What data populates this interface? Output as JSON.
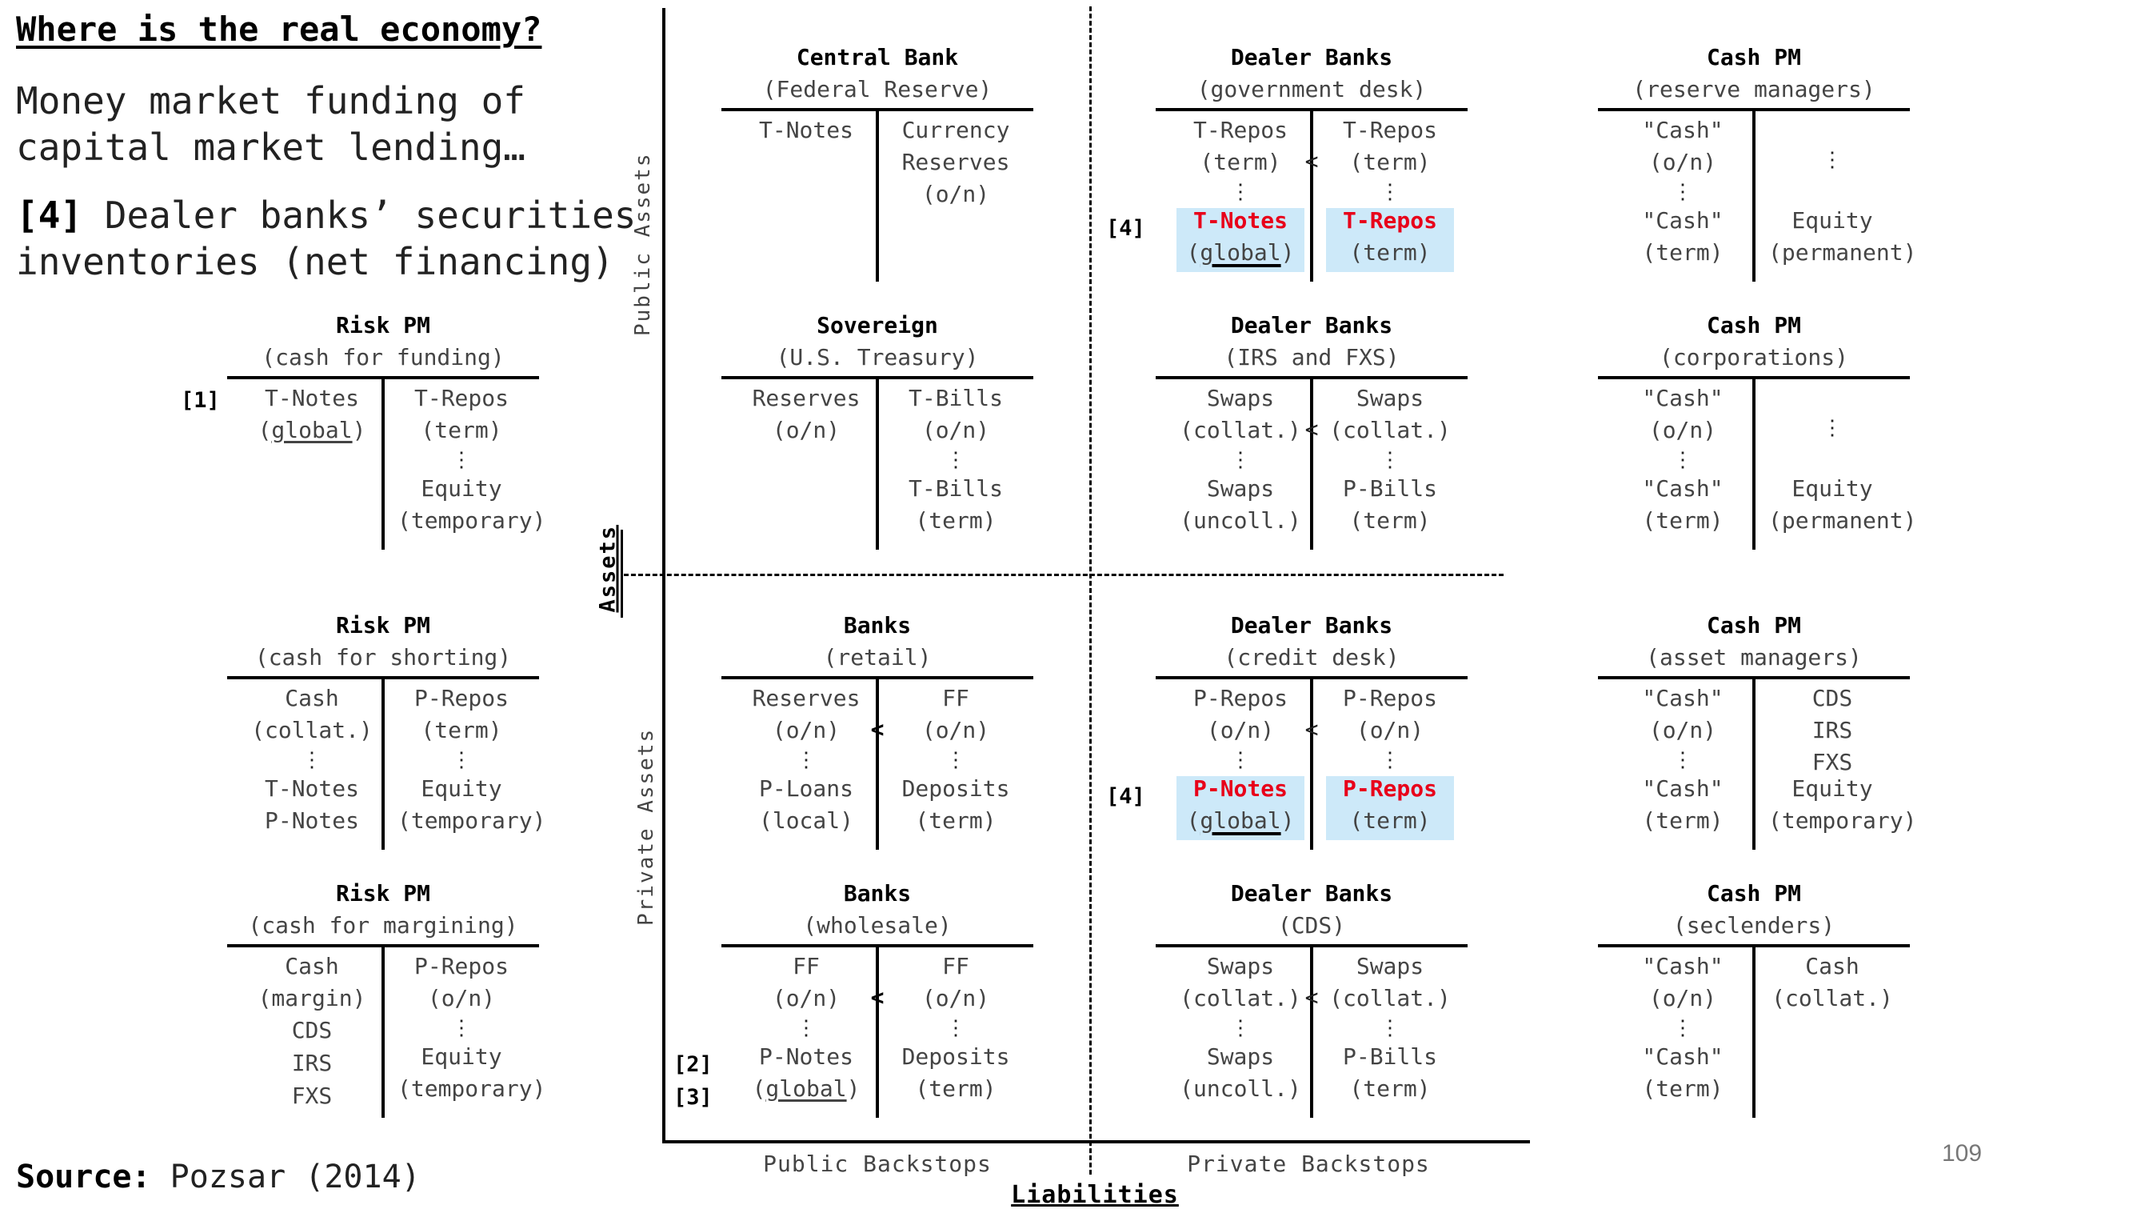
{
  "title": "Where is the real economy?",
  "subtitle": {
    "line1": "Money market funding of",
    "line2": "capital market lending…",
    "tag": "[4]",
    "line3": " Dealer banks’ securities",
    "line4": "inventories (net financing)"
  },
  "axes": {
    "public_assets": "Public Assets",
    "private_assets": "Private Assets",
    "assets": "Assets",
    "public_backstops": "Public Backstops",
    "private_backstops": "Private Backstops",
    "liabilities": "Liabilities"
  },
  "source": {
    "label": "Source:",
    "text": " Pozsar (2014)"
  },
  "page_number": "109",
  "markers": {
    "m1": "[1]",
    "m2": "[2]",
    "m3": "[3]",
    "m4": "[4]"
  },
  "accounts": {
    "central_bank": {
      "title": "Central Bank",
      "subtitle": "(Federal Reserve)",
      "l1a": "T-Notes",
      "l1b": "",
      "r1a": "Currency",
      "r1b": "Reserves",
      "r1c": "(o/n)"
    },
    "dealer_gov": {
      "title": "Dealer Banks",
      "subtitle": "(government desk)",
      "l1a": "T-Repos",
      "l1b": "(term)",
      "r1a": "T-Repos",
      "r1b": "(term)",
      "lt": "<",
      "dots": "⋮",
      "l2a": "T-Notes",
      "l2b": "global",
      "r2a": "T-Repos",
      "r2b": "(term)"
    },
    "cash_reserve": {
      "title": "Cash PM",
      "subtitle": "(reserve managers)",
      "l1a": "\"Cash\"",
      "l1b": "(o/n)",
      "r1a": "⋮",
      "l2a": "\"Cash\"",
      "l2b": "(term)",
      "r2a": "Equity",
      "r2b": "(permanent)"
    },
    "risk_funding": {
      "title": "Risk PM",
      "subtitle": "(cash for funding)",
      "l1a": "T-Notes",
      "l1b": "global",
      "r1a": "T-Repos",
      "r1b": "(term)",
      "r2a": "Equity",
      "r2b": "(temporary)"
    },
    "sovereign": {
      "title": "Sovereign",
      "subtitle": "(U.S. Treasury)",
      "l1a": "Reserves",
      "l1b": "(o/n)",
      "r1a": "T-Bills",
      "r1b": "(o/n)",
      "r2a": "T-Bills",
      "r2b": "(term)"
    },
    "dealer_irs": {
      "title": "Dealer Banks",
      "subtitle": "(IRS and FXS)",
      "l1a": "Swaps",
      "l1b": "(collat.)",
      "r1a": "Swaps",
      "r1b": "(collat.)",
      "lt": "<",
      "l2a": "Swaps",
      "l2b": "(uncoll.)",
      "r2a": "P-Bills",
      "r2b": "(term)"
    },
    "cash_corp": {
      "title": "Cash PM",
      "subtitle": "(corporations)",
      "l1a": "\"Cash\"",
      "l1b": "(o/n)",
      "r1a": "⋮",
      "l2a": "\"Cash\"",
      "l2b": "(term)",
      "r2a": "Equity",
      "r2b": "(permanent)"
    },
    "risk_shorting": {
      "title": "Risk PM",
      "subtitle": "(cash for shorting)",
      "l1a": "Cash",
      "l1b": "(collat.)",
      "r1a": "P-Repos",
      "r1b": "(term)",
      "l2a": "T-Notes",
      "l2b": "P-Notes",
      "r2a": "Equity",
      "r2b": "(temporary)"
    },
    "banks_retail": {
      "title": "Banks",
      "subtitle": "(retail)",
      "l1a": "Reserves",
      "l1b": "(o/n)",
      "r1a": "FF",
      "r1b": "(o/n)",
      "lt": "<",
      "l2a": "P-Loans",
      "l2b": "(local)",
      "r2a": "Deposits",
      "r2b": "(term)"
    },
    "dealer_credit": {
      "title": "Dealer Banks",
      "subtitle": "(credit desk)",
      "l1a": "P-Repos",
      "l1b": "(o/n)",
      "r1a": "P-Repos",
      "r1b": "(o/n)",
      "lt": "<",
      "l2a": "P-Notes",
      "l2b": "global",
      "r2a": "P-Repos",
      "r2b": "(term)"
    },
    "cash_asset": {
      "title": "Cash PM",
      "subtitle": "(asset managers)",
      "l1a": "\"Cash\"",
      "l1b": "(o/n)",
      "r1a": "CDS",
      "r1b": "IRS",
      "r1c": "FXS",
      "l2a": "\"Cash\"",
      "l2b": "(term)",
      "r2a": "Equity",
      "r2b": "(temporary)"
    },
    "risk_margining": {
      "title": "Risk PM",
      "subtitle": "(cash for margining)",
      "l1a": "Cash",
      "l1b": "(margin)",
      "l1c": "CDS",
      "l1d": "IRS",
      "l1e": "FXS",
      "r1a": "P-Repos",
      "r1b": "(o/n)",
      "r2a": "Equity",
      "r2b": "(temporary)"
    },
    "banks_wholesale": {
      "title": "Banks",
      "subtitle": "(wholesale)",
      "l1a": "FF",
      "l1b": "(o/n)",
      "r1a": "FF",
      "r1b": "(o/n)",
      "lt": "<",
      "l2a": "P-Notes",
      "l2b": "global",
      "r2a": "Deposits",
      "r2b": "(term)"
    },
    "dealer_cds": {
      "title": "Dealer Banks",
      "subtitle": "(CDS)",
      "l1a": "Swaps",
      "l1b": "(collat.)",
      "r1a": "Swaps",
      "r1b": "(collat.)",
      "lt": "<",
      "l2a": "Swaps",
      "l2b": "(uncoll.)",
      "r2a": "P-Bills",
      "r2b": "(term)"
    },
    "cash_seclenders": {
      "title": "Cash PM",
      "subtitle": "(seclenders)",
      "l1a": "\"Cash\"",
      "l1b": "(o/n)",
      "r1a": "Cash",
      "r1b": "(collat.)",
      "l2a": "\"Cash\"",
      "l2b": "(term)"
    }
  }
}
